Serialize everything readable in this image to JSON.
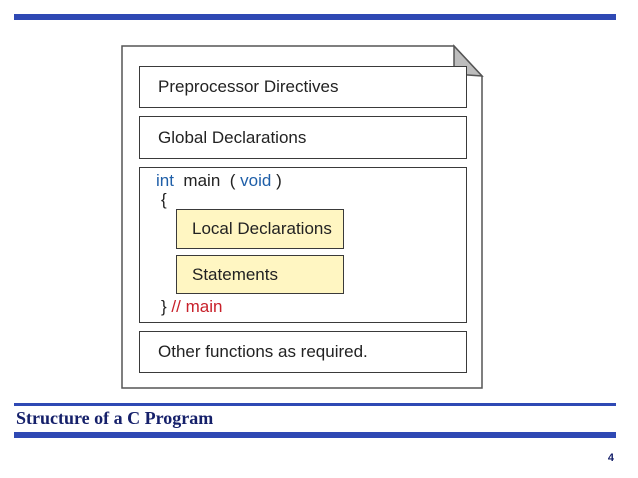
{
  "diagram": {
    "preprocessor_label": "Preprocessor Directives",
    "global_label": "Global Declarations",
    "main_signature": {
      "kw_int": "int",
      "name": "main",
      "open_paren": "(",
      "kw_void": "void",
      "close_paren": ")"
    },
    "open_brace": "{",
    "local_label": "Local Declarations",
    "statements_label": "Statements",
    "close_brace": "}",
    "close_comment": "// main",
    "other_label": "Other functions as required."
  },
  "caption": "Structure of a C Program",
  "page_number": "4",
  "colors": {
    "accent_bar": "#2f49b4",
    "keyword": "#1f5fa8",
    "comment": "#c8202a",
    "highlight_fill": "#fff6c2",
    "caption": "#15206a"
  }
}
